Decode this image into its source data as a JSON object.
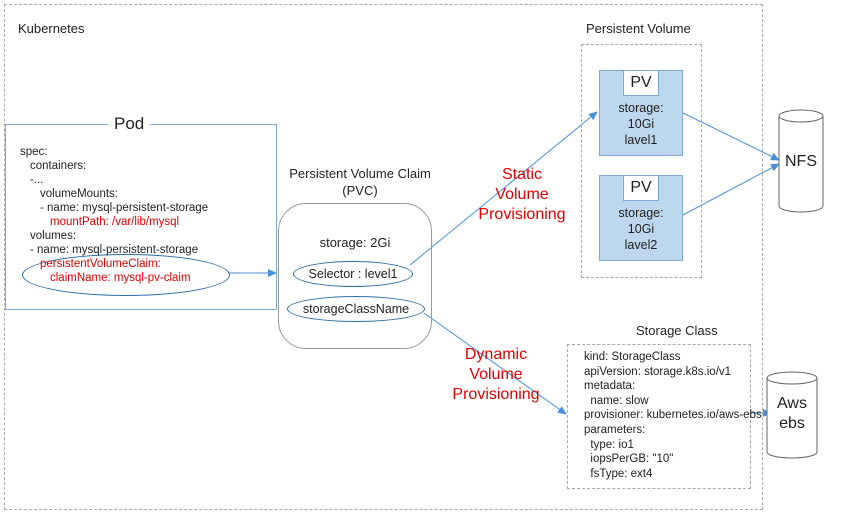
{
  "kubernetes_label": "Kubernetes",
  "pod": {
    "title": "Pod",
    "spec_lines": [
      {
        "text": "spec:",
        "indent": 0,
        "red": false
      },
      {
        "text": "containers:",
        "indent": 1,
        "red": false
      },
      {
        "text": "-...",
        "indent": 1,
        "red": false
      },
      {
        "text": "volumeMounts:",
        "indent": 2,
        "red": false
      },
      {
        "text": "- name: mysql-persistent-storage",
        "indent": 2,
        "red": false
      },
      {
        "text": "mountPath: /var/lib/mysql",
        "indent": 3,
        "red": true
      },
      {
        "text": "volumes:",
        "indent": 1,
        "red": false
      },
      {
        "text": "- name: mysql-persistent-storage",
        "indent": 1,
        "red": false
      },
      {
        "text": "persistentVolumeClaim:",
        "indent": 2,
        "red": true
      },
      {
        "text": "claimName: mysql-pv-claim",
        "indent": 3,
        "red": true
      }
    ]
  },
  "pvc": {
    "title_line1": "Persistent Volume Claim",
    "title_line2": "(PVC)",
    "storage": "storage: 2Gi",
    "selector": "Selector : level1",
    "storage_class_name": "storageClassName"
  },
  "pv_section": {
    "title": "Persistent Volume",
    "volumes": [
      {
        "tab": "PV",
        "storage_label": "storage:",
        "size": "10Gi",
        "level": "lavel1"
      },
      {
        "tab": "PV",
        "storage_label": "storage:",
        "size": "10Gi",
        "level": "lavel2"
      }
    ]
  },
  "static_label": [
    "Static",
    "Volume",
    "Provisioning"
  ],
  "dynamic_label": [
    "Dynamic",
    "Volume",
    "Provisioning"
  ],
  "storage_class": {
    "title": "Storage Class",
    "lines": [
      "kind: StorageClass",
      "apiVersion: storage.k8s.io/v1",
      "metadata:",
      "  name: slow",
      "provisioner: kubernetes.io/aws-ebs",
      "parameters:",
      "  type: io1",
      "  iopsPerGB: \"10\"",
      "  fsType: ext4"
    ]
  },
  "nfs_label": "NFS",
  "aws_label_line1": "Aws",
  "aws_label_line2": "ebs",
  "colors": {
    "accent_blue": "#2e6da4",
    "arrow_blue": "#4a90d9",
    "red": "#e00000",
    "pv_fill": "#bdd7ee"
  }
}
